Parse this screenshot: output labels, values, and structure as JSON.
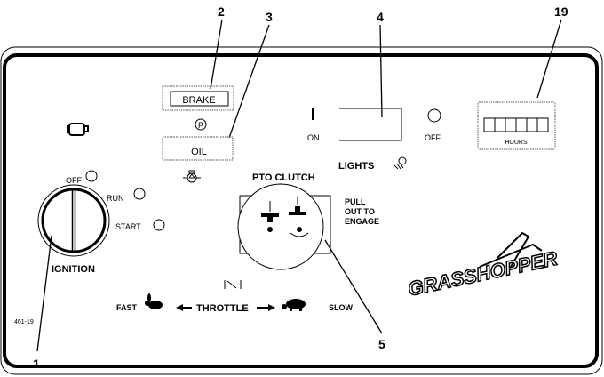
{
  "callouts": [
    "1",
    "2",
    "3",
    "4",
    "5",
    "19"
  ],
  "indicators": {
    "brake": "BRAKE",
    "parking_symbol": "P",
    "oil": "OIL"
  },
  "ignition": {
    "off": "OFF",
    "run": "RUN",
    "start": "START",
    "label": "IGNITION"
  },
  "pto": {
    "title": "PTO CLUTCH",
    "instruction": [
      "PULL",
      "OUT TO",
      "ENGAGE"
    ]
  },
  "lights": {
    "on": "ON",
    "off": "OFF",
    "label": "LIGHTS"
  },
  "hour_meter": {
    "label": "HOURS"
  },
  "throttle": {
    "fast": "FAST",
    "label": "THROTTLE",
    "slow": "SLOW"
  },
  "part_number": "461-19",
  "logo": {
    "text": "GRASSHOPPER"
  }
}
